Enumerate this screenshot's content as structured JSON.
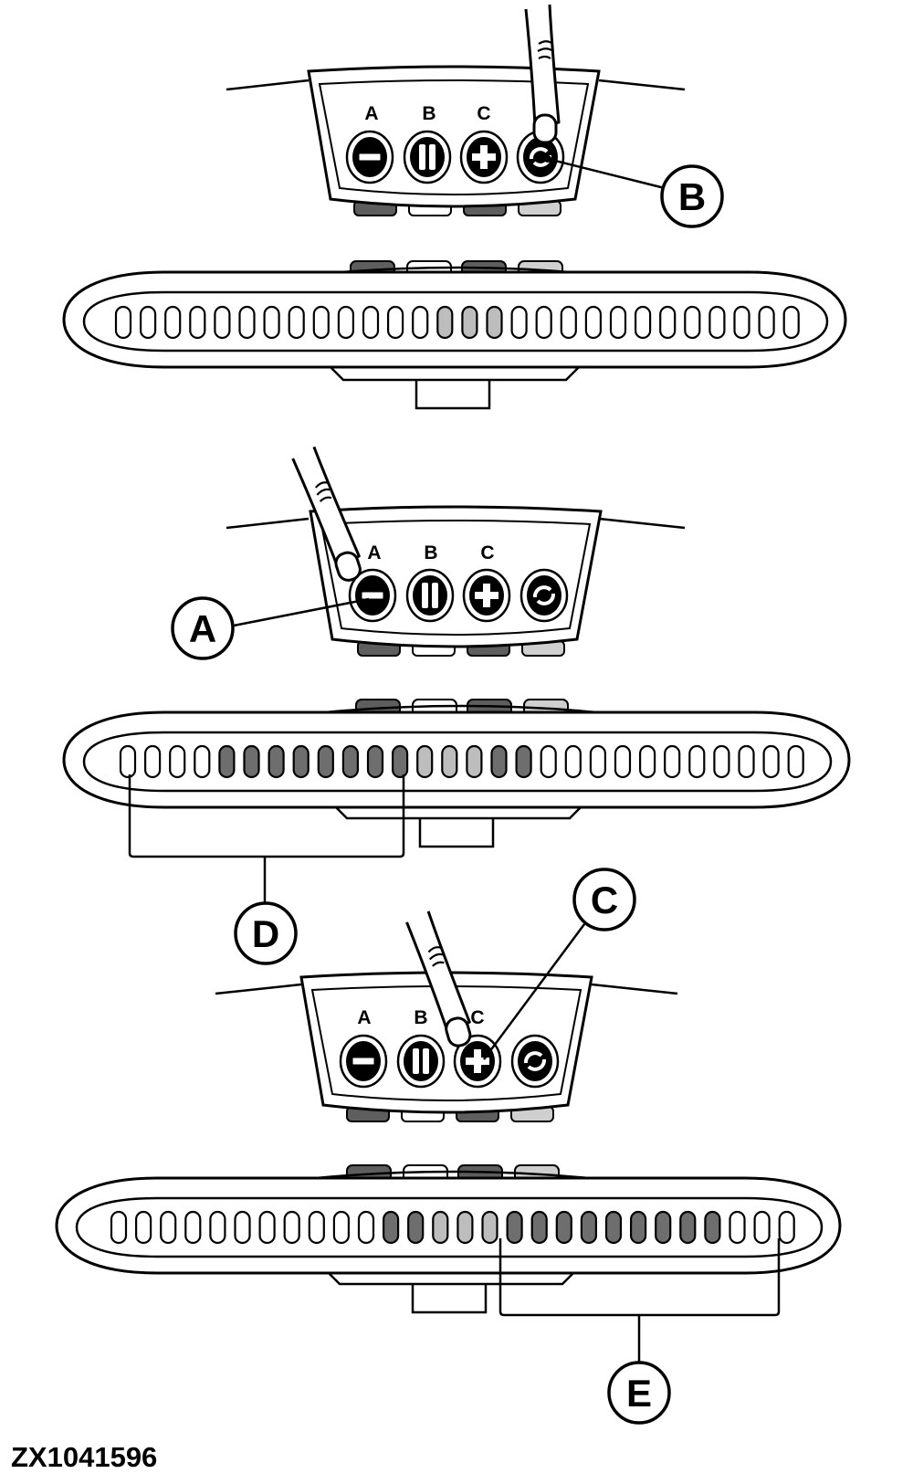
{
  "figure_id": "ZX1041596",
  "button_letters": [
    "A",
    "B",
    "C"
  ],
  "callouts": {
    "a": "A",
    "b": "B",
    "c": "C",
    "d": "D",
    "e": "E"
  },
  "colors": {
    "ink": "#000000",
    "dark_led": "#6e6e6e",
    "light_led": "#bdbdbd",
    "off_led": "#ffffff",
    "key_dark": "#5e5e5e",
    "key_light": "#cfcfcf"
  },
  "panels": [
    {
      "pressed_button": "cycle",
      "led_states": [
        "o",
        "o",
        "o",
        "o",
        "o",
        "o",
        "o",
        "o",
        "o",
        "o",
        "o",
        "o",
        "o",
        "L",
        "L",
        "L",
        "o",
        "o",
        "o",
        "o",
        "o",
        "o",
        "o",
        "o",
        "o",
        "o",
        "o",
        "o"
      ]
    },
    {
      "pressed_button": "minus",
      "led_states": [
        "o",
        "o",
        "o",
        "o",
        "D",
        "D",
        "D",
        "D",
        "D",
        "D",
        "D",
        "D",
        "L",
        "L",
        "L",
        "D",
        "D",
        "o",
        "o",
        "o",
        "o",
        "o",
        "o",
        "o",
        "o",
        "o",
        "o",
        "o"
      ]
    },
    {
      "pressed_button": "plus",
      "led_states": [
        "o",
        "o",
        "o",
        "o",
        "o",
        "o",
        "o",
        "o",
        "o",
        "o",
        "o",
        "D",
        "D",
        "L",
        "L",
        "L",
        "D",
        "D",
        "D",
        "D",
        "D",
        "D",
        "D",
        "D",
        "D",
        "o",
        "o",
        "o"
      ]
    }
  ]
}
